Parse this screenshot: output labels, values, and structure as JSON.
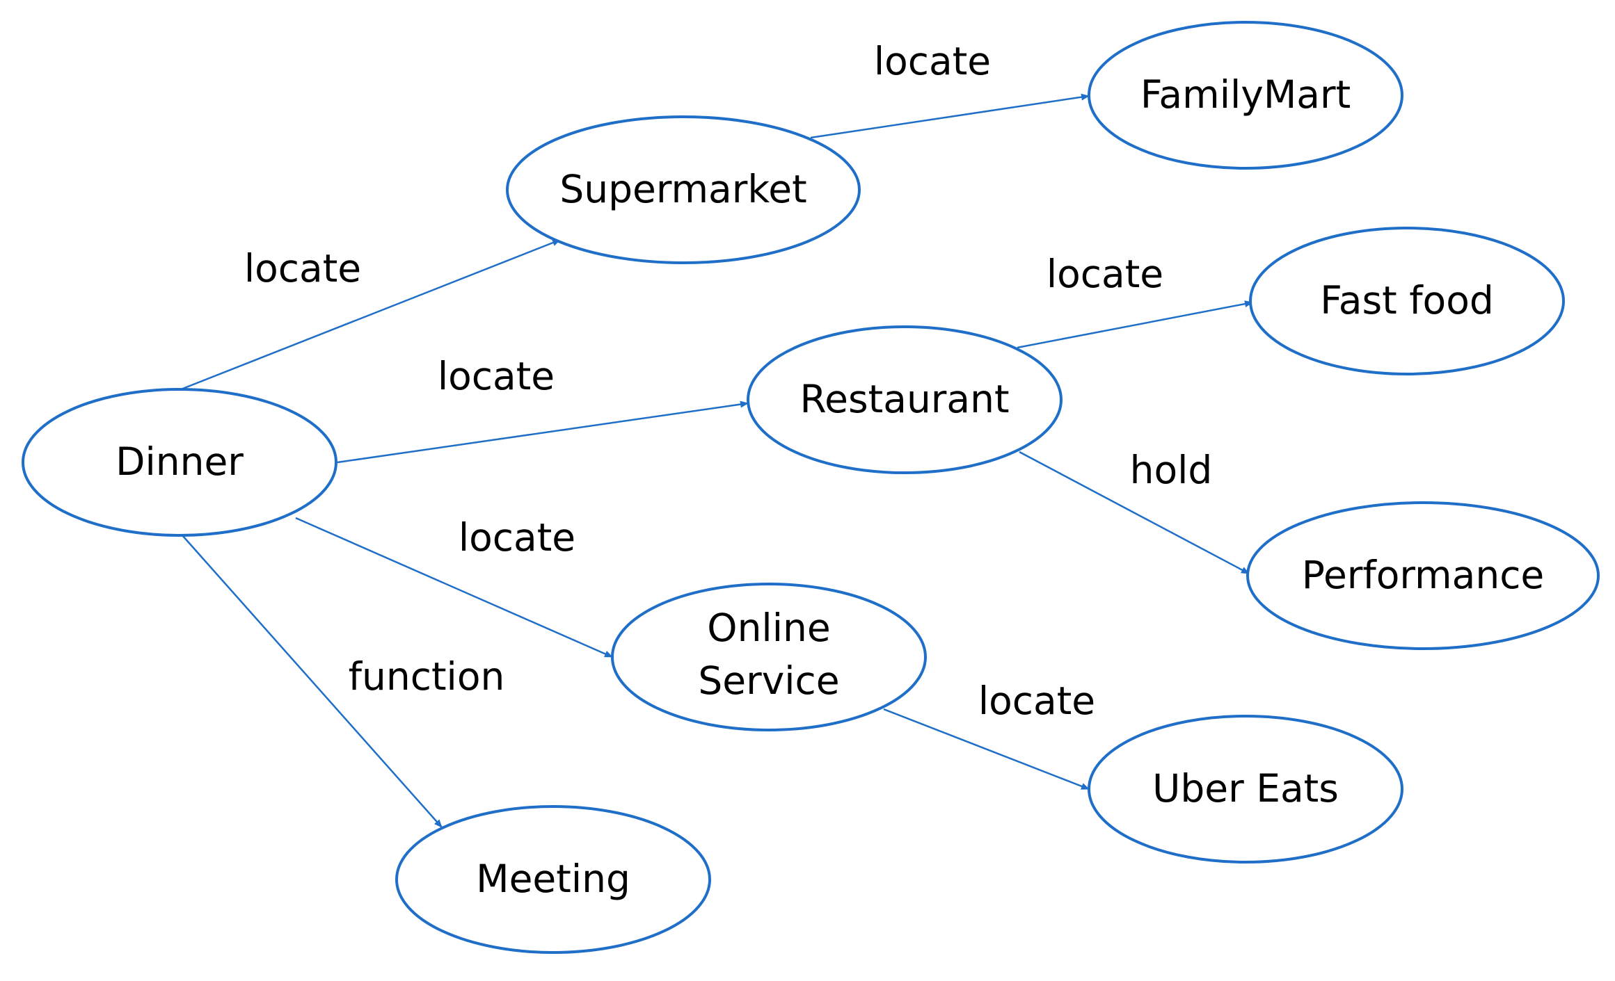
{
  "colors": {
    "node_stroke": "#1f6fc9",
    "edge": "#1f6fc9",
    "text": "#000000",
    "background": "#ffffff"
  },
  "nodes": [
    {
      "id": "dinner",
      "label": "Dinner"
    },
    {
      "id": "supermarket",
      "label": "Supermarket"
    },
    {
      "id": "familymart",
      "label": "FamilyMart"
    },
    {
      "id": "restaurant",
      "label": "Restaurant"
    },
    {
      "id": "fastfood",
      "label": "Fast food"
    },
    {
      "id": "performance",
      "label": "Performance"
    },
    {
      "id": "online",
      "label": "Online Service",
      "lines": [
        "Online",
        "Service"
      ]
    },
    {
      "id": "ubereats",
      "label": "Uber Eats"
    },
    {
      "id": "meeting",
      "label": "Meeting"
    }
  ],
  "edges": [
    {
      "from": "dinner",
      "to": "supermarket",
      "label": "locate"
    },
    {
      "from": "dinner",
      "to": "restaurant",
      "label": "locate"
    },
    {
      "from": "dinner",
      "to": "online",
      "label": "locate"
    },
    {
      "from": "dinner",
      "to": "meeting",
      "label": "function"
    },
    {
      "from": "supermarket",
      "to": "familymart",
      "label": "locate"
    },
    {
      "from": "restaurant",
      "to": "fastfood",
      "label": "locate"
    },
    {
      "from": "restaurant",
      "to": "performance",
      "label": "hold"
    },
    {
      "from": "online",
      "to": "ubereats",
      "label": "locate"
    }
  ]
}
